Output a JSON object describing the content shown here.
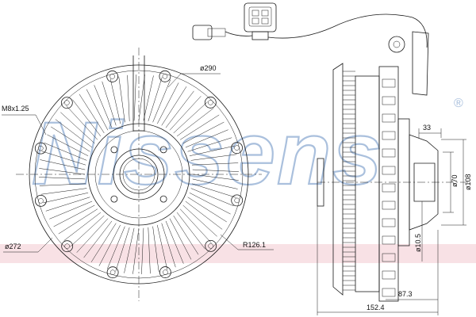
{
  "watermark": {
    "text": "Nissens",
    "registered": "®",
    "color": "#aac0dd",
    "band_color": "#f2c9cf"
  },
  "front_view": {
    "dims": {
      "bolt": "M8x1.25",
      "outer_dia": "ø290",
      "inner_dia": "ø272",
      "radius": "R126.1"
    }
  },
  "side_view": {
    "dims": {
      "flange_width": "33",
      "dia_70": "ø70",
      "dia_108": "ø108",
      "bore": "ø10.5",
      "depth_mid": "87.3",
      "depth_total": "152.4"
    }
  }
}
